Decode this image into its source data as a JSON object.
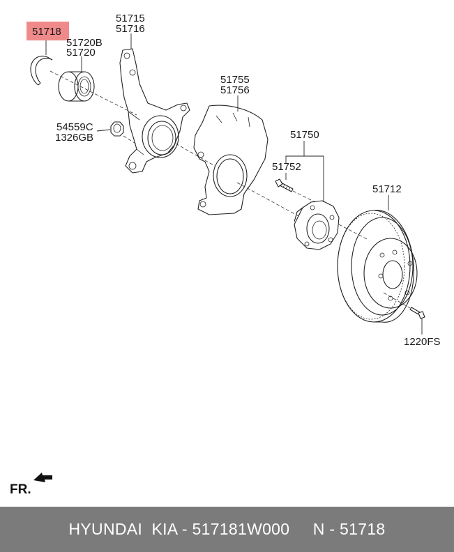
{
  "diagram": {
    "labels": {
      "snap_ring": "51718",
      "bearing_a": "51720B",
      "bearing_b": "51720",
      "knuckle_a": "51715",
      "knuckle_b": "51716",
      "nut_a": "54559C",
      "nut_b": "1326GB",
      "dust_cover_a": "51755",
      "dust_cover_b": "51756",
      "hub_assembly": "51750",
      "hub_bolt": "51752",
      "brake_disc": "51712",
      "disc_screw": "1220FS"
    },
    "direction_label": "FR.",
    "highlight_color": "#f08a8a"
  },
  "footer": {
    "text": "HYUNDAI  KIA - 517181W000     N - 51718"
  }
}
